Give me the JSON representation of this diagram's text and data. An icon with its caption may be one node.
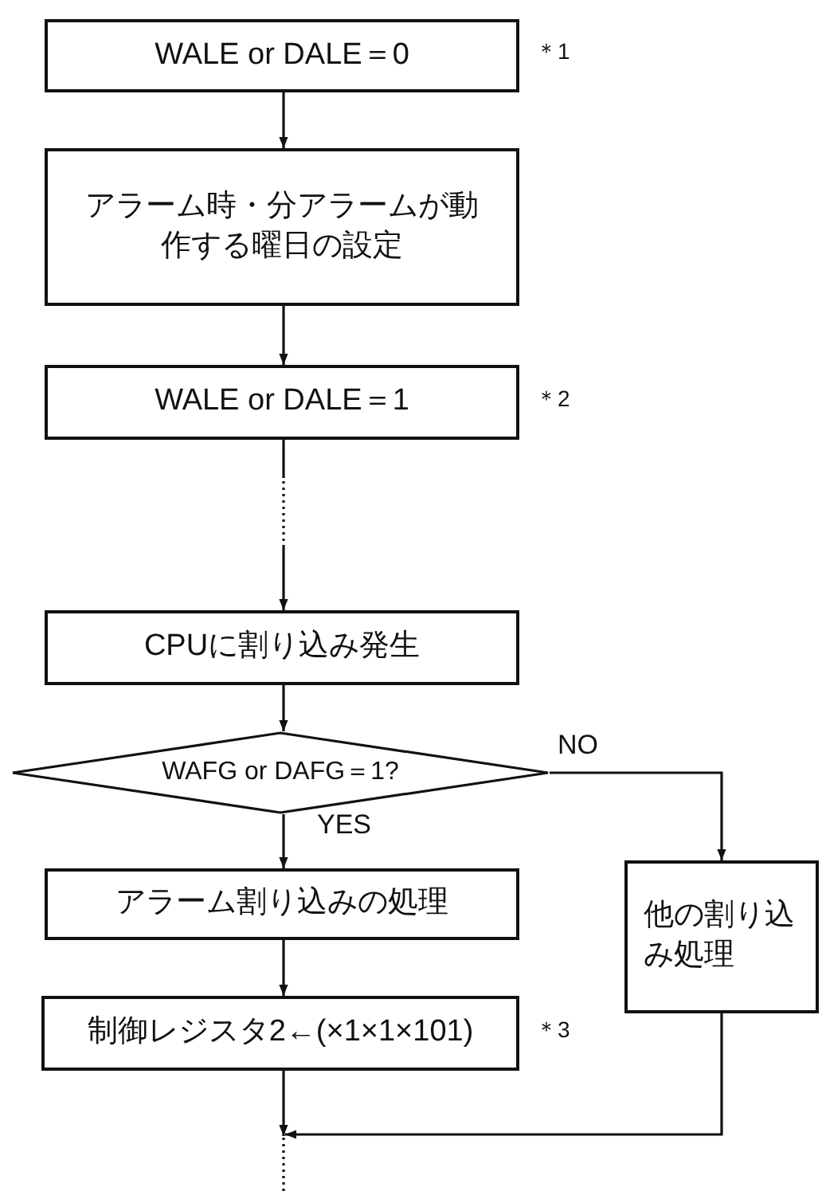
{
  "diagram": {
    "nodes": [
      {
        "text": [
          "WALE or DALE＝0"
        ],
        "beside": [
          "＊1"
        ]
      },
      {
        "text": [
          "アラーム時・分アラームが動作する曜日の設定"
        ]
      },
      {
        "text": [
          "WALE or DALE＝1"
        ],
        "beside": [
          "＊2"
        ]
      },
      {
        "text": [
          "CPUに割り込み発生"
        ]
      },
      {
        "text": [
          "WAFG or DAFG＝1?"
        ]
      },
      {
        "text": [
          "アラーム割り込みの処理"
        ]
      },
      {
        "text": [
          "他の割り込み処理"
        ]
      },
      {
        "text": [
          "制御レジスタ2←(×1×1×101)"
        ],
        "beside": [
          "＊3"
        ]
      }
    ],
    "edges": [
      {
        "from": 0,
        "to": 1,
        "arrow": "to"
      },
      {
        "from": 1,
        "to": 2,
        "arrow": "to"
      },
      {
        "from": 2,
        "to": 3,
        "arrow": "to",
        "style": "dashed"
      },
      {
        "from": 3,
        "to": 4,
        "arrow": "to"
      },
      {
        "from": 4,
        "to": 5,
        "arrow": "to",
        "label": "YES"
      },
      {
        "from": 4,
        "to": 6,
        "arrow": "to",
        "label": "NO"
      },
      {
        "from": 5,
        "to": 7,
        "arrow": "to"
      },
      {
        "from": 7,
        "to": null,
        "arrow": "to"
      },
      {
        "from": 6,
        "to": null,
        "arrow": "to"
      }
    ]
  }
}
